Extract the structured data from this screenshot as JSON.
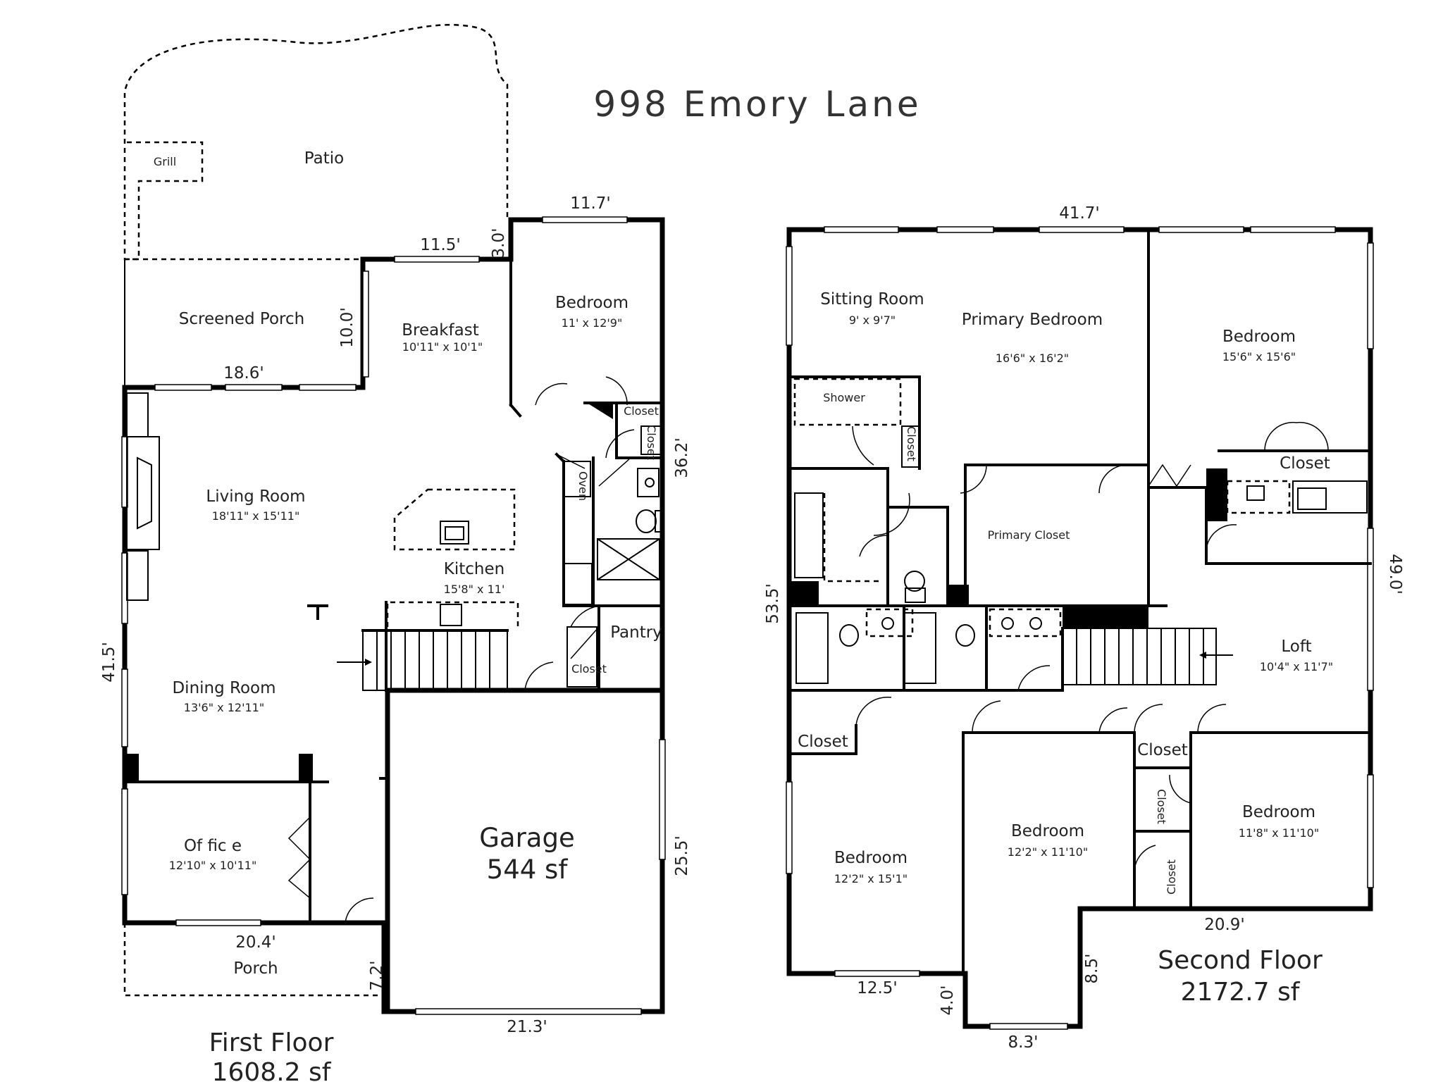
{
  "title": "998 Emory Lane",
  "first_floor": {
    "label": "First Floor",
    "area": "1608.2 sf",
    "rooms": [
      {
        "name": "Patio",
        "dims": ""
      },
      {
        "name": "Grill",
        "dims": ""
      },
      {
        "name": "Screened Porch",
        "dims": ""
      },
      {
        "name": "Breakfast",
        "dims": "10'11\" x 10'1\""
      },
      {
        "name": "Bedroom",
        "dims": "11' x 12'9\""
      },
      {
        "name": "Living Room",
        "dims": "18'11\" x 15'11\""
      },
      {
        "name": "Kitchen",
        "dims": "15'8\" x 11'"
      },
      {
        "name": "Pantry",
        "dims": ""
      },
      {
        "name": "Dining Room",
        "dims": "13'6\" x 12'11\""
      },
      {
        "name": "Of fic e",
        "dims": "12'10\" x 10'11\""
      },
      {
        "name": "Porch",
        "dims": ""
      },
      {
        "name": "Garage",
        "dims": "544 sf"
      }
    ],
    "small_labels": [
      "Closet",
      "Closet",
      "Oven",
      "Closet"
    ],
    "measurements": [
      "11.7'",
      "11.5'",
      "3.0'",
      "10.0'",
      "18.6'",
      "36.2'",
      "41.5'",
      "25.5'",
      "20.4'",
      "7.2'",
      "21.3'"
    ]
  },
  "second_floor": {
    "label": "Second Floor",
    "area": "2172.7 sf",
    "rooms": [
      {
        "name": "Sitting Room",
        "dims": "9' x 9'7\""
      },
      {
        "name": "Primary Bedroom",
        "dims": "16'6\" x 16'2\""
      },
      {
        "name": "Bedroom",
        "dims": "15'6\" x 15'6\""
      },
      {
        "name": "Primary Closet",
        "dims": ""
      },
      {
        "name": "Loft",
        "dims": "10'4\" x 11'7\""
      },
      {
        "name": "Bedroom",
        "dims": "12'2\" x 15'1\""
      },
      {
        "name": "Bedroom",
        "dims": "12'2\" x 11'10\""
      },
      {
        "name": "Bedroom",
        "dims": "11'8\" x 11'10\""
      }
    ],
    "small_labels": [
      "Shower",
      "Closet",
      "Closet",
      "Closet",
      "Closet",
      "Closet",
      "Closet"
    ],
    "measurements": [
      "41.7'",
      "53.5'",
      "49.0'",
      "20.9'",
      "12.5'",
      "4.0'",
      "8.5'",
      "8.3'"
    ]
  }
}
